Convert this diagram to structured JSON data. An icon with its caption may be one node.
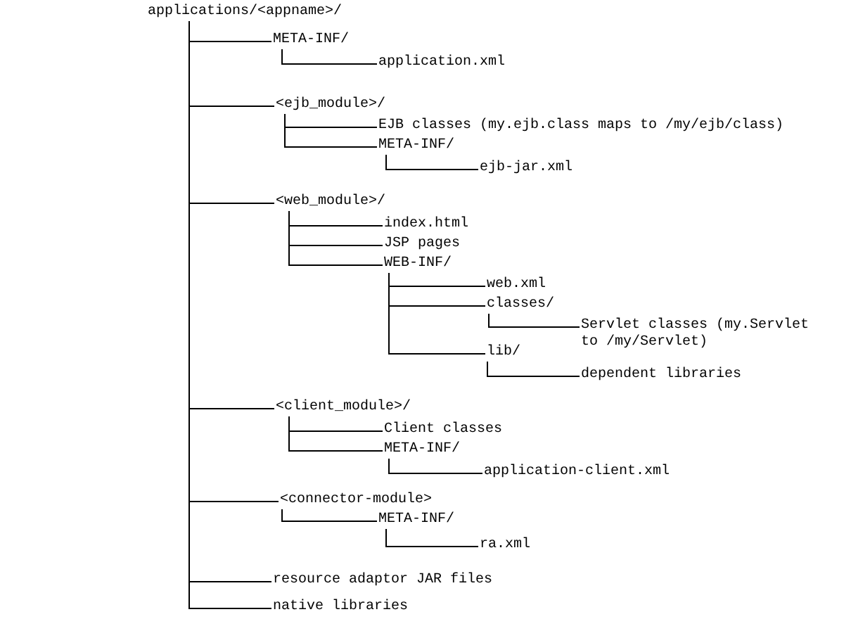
{
  "diagram": {
    "nodes": [
      {
        "text": [
          "applications/<appname>/"
        ]
      },
      {
        "text": [
          "META-INF/"
        ]
      },
      {
        "text": [
          "application.xml"
        ]
      },
      {
        "text": [
          "<ejb_module>/"
        ]
      },
      {
        "text": [
          "EJB classes (my.ejb.class maps to /my/ejb/class)"
        ]
      },
      {
        "text": [
          "META-INF/"
        ]
      },
      {
        "text": [
          "ejb-jar.xml"
        ]
      },
      {
        "text": [
          "<web_module>/"
        ]
      },
      {
        "text": [
          "index.html"
        ]
      },
      {
        "text": [
          "JSP pages"
        ]
      },
      {
        "text": [
          "WEB-INF/"
        ]
      },
      {
        "text": [
          "web.xml"
        ]
      },
      {
        "text": [
          "classes/"
        ]
      },
      {
        "text": [
          "Servlet classes (my.Servlet to /my/Servlet)"
        ]
      },
      {
        "text": [
          "lib/"
        ]
      },
      {
        "text": [
          "dependent libraries"
        ]
      },
      {
        "text": [
          "<client_module>/"
        ]
      },
      {
        "text": [
          "Client classes"
        ]
      },
      {
        "text": [
          "META-INF/"
        ]
      },
      {
        "text": [
          "application-client.xml"
        ]
      },
      {
        "text": [
          "<connector-module>"
        ]
      },
      {
        "text": [
          "META-INF/"
        ]
      },
      {
        "text": [
          "ra.xml"
        ]
      },
      {
        "text": [
          "resource adaptor JAR files"
        ]
      },
      {
        "text": [
          "native libraries"
        ]
      }
    ],
    "edges": [
      {
        "from": 0,
        "to": 1,
        "arrow": "none"
      },
      {
        "from": 1,
        "to": 2,
        "arrow": "none"
      },
      {
        "from": 0,
        "to": 3,
        "arrow": "none"
      },
      {
        "from": 3,
        "to": 4,
        "arrow": "none"
      },
      {
        "from": 3,
        "to": 5,
        "arrow": "none"
      },
      {
        "from": 5,
        "to": 6,
        "arrow": "none"
      },
      {
        "from": 0,
        "to": 7,
        "arrow": "none"
      },
      {
        "from": 7,
        "to": 8,
        "arrow": "none"
      },
      {
        "from": 7,
        "to": 9,
        "arrow": "none"
      },
      {
        "from": 7,
        "to": 10,
        "arrow": "none"
      },
      {
        "from": 10,
        "to": 11,
        "arrow": "none"
      },
      {
        "from": 10,
        "to": 12,
        "arrow": "none"
      },
      {
        "from": 12,
        "to": 13,
        "arrow": "none"
      },
      {
        "from": 10,
        "to": 14,
        "arrow": "none"
      },
      {
        "from": 14,
        "to": 15,
        "arrow": "none"
      },
      {
        "from": 0,
        "to": 16,
        "arrow": "none"
      },
      {
        "from": 16,
        "to": 17,
        "arrow": "none"
      },
      {
        "from": 16,
        "to": 18,
        "arrow": "none"
      },
      {
        "from": 18,
        "to": 19,
        "arrow": "none"
      },
      {
        "from": 0,
        "to": 20,
        "arrow": "none"
      },
      {
        "from": 20,
        "to": 21,
        "arrow": "none"
      },
      {
        "from": 21,
        "to": 22,
        "arrow": "none"
      },
      {
        "from": 0,
        "to": 23,
        "arrow": "none"
      },
      {
        "from": 0,
        "to": 24,
        "arrow": "none"
      }
    ]
  }
}
